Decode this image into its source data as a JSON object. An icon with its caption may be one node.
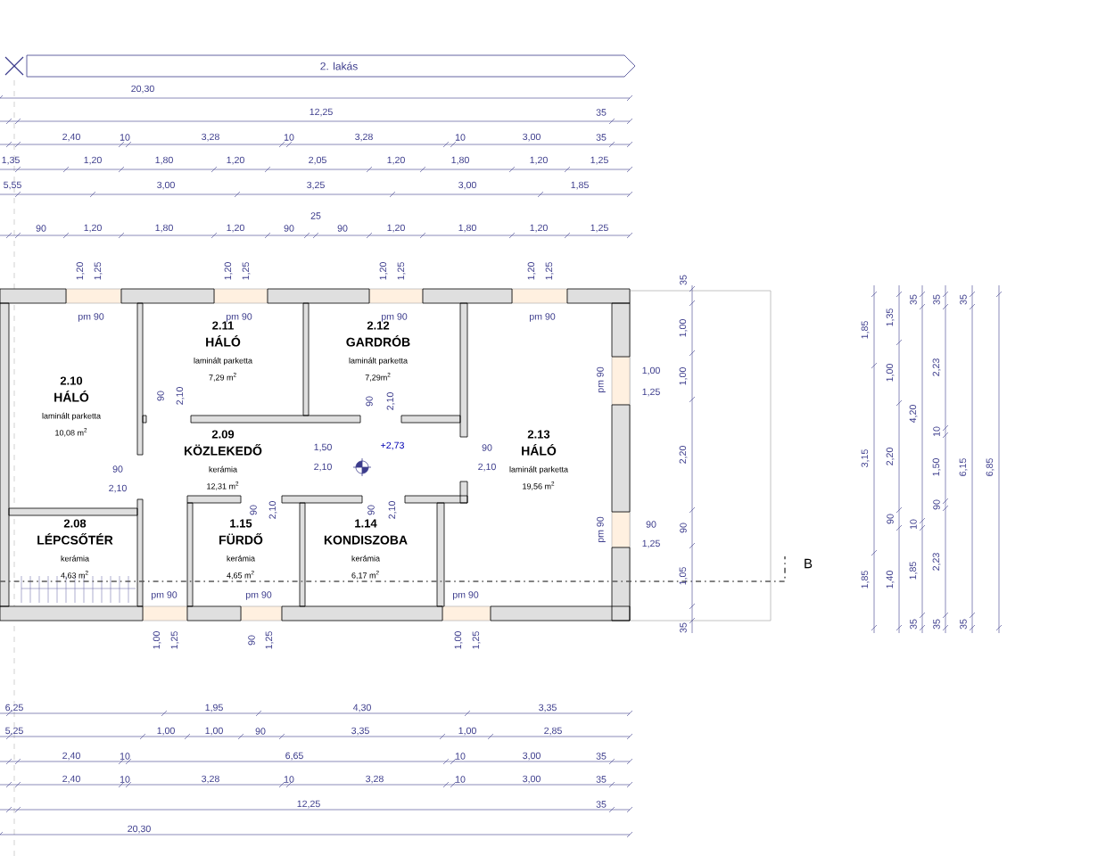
{
  "diagram": {
    "nodes": [
      {
        "text": [
          "2. lakás"
        ]
      },
      {
        "text": [
          "2.10",
          "HÁLÓ",
          "laminált parketta",
          "10,08 m$^{2}$"
        ]
      },
      {
        "text": [
          "2.11",
          "HÁLÓ",
          "laminált parketta",
          "7,29 m$^{2}$"
        ]
      },
      {
        "text": [
          "2.12",
          "GARDRÓB",
          "laminált parketta",
          "7,29m$^{2}$"
        ]
      },
      {
        "text": [
          "2.09",
          "KÖZLEKEDŐ",
          "kerámia",
          "12,31 m$^{2}$"
        ]
      },
      {
        "text": [
          "2.13",
          "HÁLÓ",
          "laminált parketta",
          "19,56 m$^{2}$"
        ]
      },
      {
        "text": [
          "2.08",
          "LÉPCSŐTÉR",
          "kerámia",
          "4,63 m$^{2}$"
        ]
      },
      {
        "text": [
          "1.15",
          "FÜRDŐ",
          "kerámia",
          "4,65 m$^{2}$"
        ]
      },
      {
        "text": [
          "1.14",
          "KONDISZOBA",
          "kerámia",
          "6,17 m$^{2}$"
        ]
      }
    ],
    "edges": [],
    "labels": [
      "20,30",
      "12,25",
      "35",
      "2,40",
      "10",
      "3,28",
      "10",
      "3,28",
      "10",
      "3,00",
      "35",
      "1,35",
      "1,20",
      "1,80",
      "1,20",
      "2,05",
      "1,20",
      "1,80",
      "1,20",
      "1,25",
      "5,55",
      "3,00",
      "3,25",
      "3,00",
      "1,85",
      "25",
      "90",
      "1,20",
      "1,80",
      "1,20",
      "90",
      "90",
      "1,20",
      "1,80",
      "1,20",
      "1,25",
      "1,20",
      "1,25",
      "pm 90",
      "1,20",
      "1,25",
      "pm 90",
      "1,20",
      "1,25",
      "pm 90",
      "1,20",
      "1,25",
      "pm 90",
      "90",
      "2,10",
      "90",
      "2,10",
      "1,50",
      "2,10",
      "90",
      "2,10",
      "+2,73",
      "90",
      "2,10",
      "pm 90",
      "1,00",
      "1,25",
      "90",
      "2,10",
      "90",
      "2,10",
      "pm 90",
      "90",
      "1,25",
      "B",
      "pm 90",
      "pm 90",
      "pm 90",
      "1,00",
      "1,25",
      "90",
      "1,25",
      "1,00",
      "1,25",
      "35",
      "1,00",
      "1,00",
      "2,20",
      "90",
      "1,05",
      "35",
      "1,85",
      "3,15",
      "1,85",
      "1,35",
      "1,00",
      "2,20",
      "90",
      "1,40",
      "35",
      "4,20",
      "10",
      "1,85",
      "35",
      "35",
      "2,23",
      "10",
      "1,50",
      "90",
      "2,23",
      "35",
      "35",
      "6,15",
      "35",
      "6,85",
      "6,25",
      "1,95",
      "4,30",
      "3,35",
      "5,25",
      "1,00",
      "1,00",
      "90",
      "3,35",
      "1,00",
      "2,85",
      "2,40",
      "10",
      "6,65",
      "10",
      "3,00",
      "35",
      "2,40",
      "10",
      "3,28",
      "10",
      "3,28",
      "10",
      "3,00",
      "35",
      "12,25",
      "35",
      "20,30"
    ]
  }
}
